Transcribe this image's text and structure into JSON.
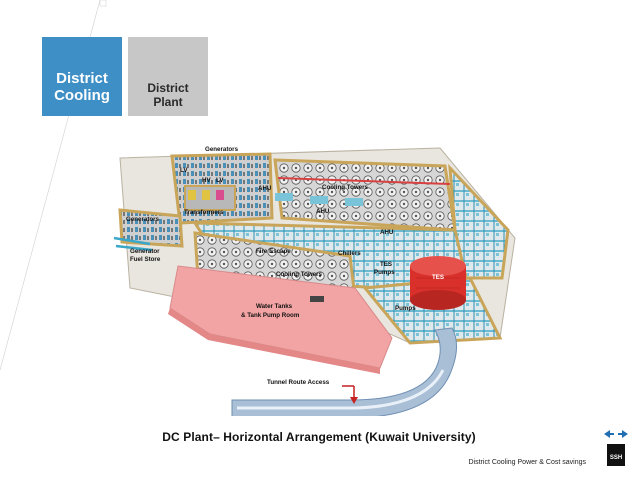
{
  "tabs": {
    "cooling": [
      "District",
      "Cooling"
    ],
    "plant": [
      "District",
      "Plant"
    ]
  },
  "diagram_labels": {
    "generators_top": "Generators",
    "lv_left": "LV",
    "hv": "HV",
    "lv_right": "LV",
    "transformers": "Transformers",
    "generators_left": "Generators",
    "generator_fuel_store": [
      "Generator",
      "Fuel Store"
    ],
    "ahu_1": "AHU",
    "cooling_towers_top": "Cooling Towers",
    "ahu_2": "AHU",
    "ahu_3": "AHU",
    "fire_escape": "Fire Escape",
    "chillers": "Chillers",
    "tes_pumps": [
      "TES",
      "Pumps"
    ],
    "tes": "TES",
    "cooling_towers_bottom": "Cooling Towers",
    "water_tanks": [
      "Water Tanks",
      "& Tank Pump Room"
    ],
    "pumps": "Pumps",
    "tunnel": "Tunnel Route Access"
  },
  "caption": "DC Plant– Horizontal Arrangement (Kuwait University)",
  "footer": "District Cooling Power & Cost savings",
  "logo_text": "SSH",
  "colors": {
    "tab_cooling": "#3d8fc6",
    "tab_plant": "#c7c7c7",
    "wall": "#c9a55a",
    "tank": "#f2a3a3",
    "tes": "#d9302b",
    "pipe": "#3aa7c9"
  }
}
